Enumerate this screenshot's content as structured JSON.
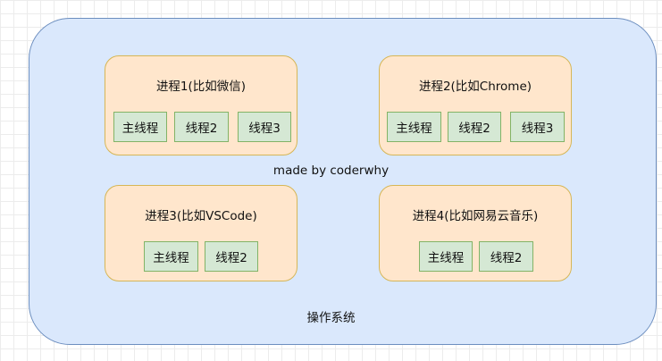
{
  "os": {
    "label": "操作系统"
  },
  "watermark": "made by coderwhy",
  "processes": [
    {
      "title": "进程1(比如微信)",
      "threads": [
        "主线程",
        "线程2",
        "线程3"
      ]
    },
    {
      "title": "进程2(比如Chrome)",
      "threads": [
        "主线程",
        "线程2",
        "线程3"
      ]
    },
    {
      "title": "进程3(比如VSCode)",
      "threads": [
        "主线程",
        "线程2"
      ]
    },
    {
      "title": "进程4(比如网易云音乐)",
      "threads": [
        "主线程",
        "线程2"
      ]
    }
  ],
  "colors": {
    "os_fill": "#dae8fc",
    "os_border": "#6c8ebf",
    "process_fill": "#ffe6cc",
    "process_border": "#d6b656",
    "thread_fill": "#d5e8d4",
    "thread_border": "#82b366"
  }
}
